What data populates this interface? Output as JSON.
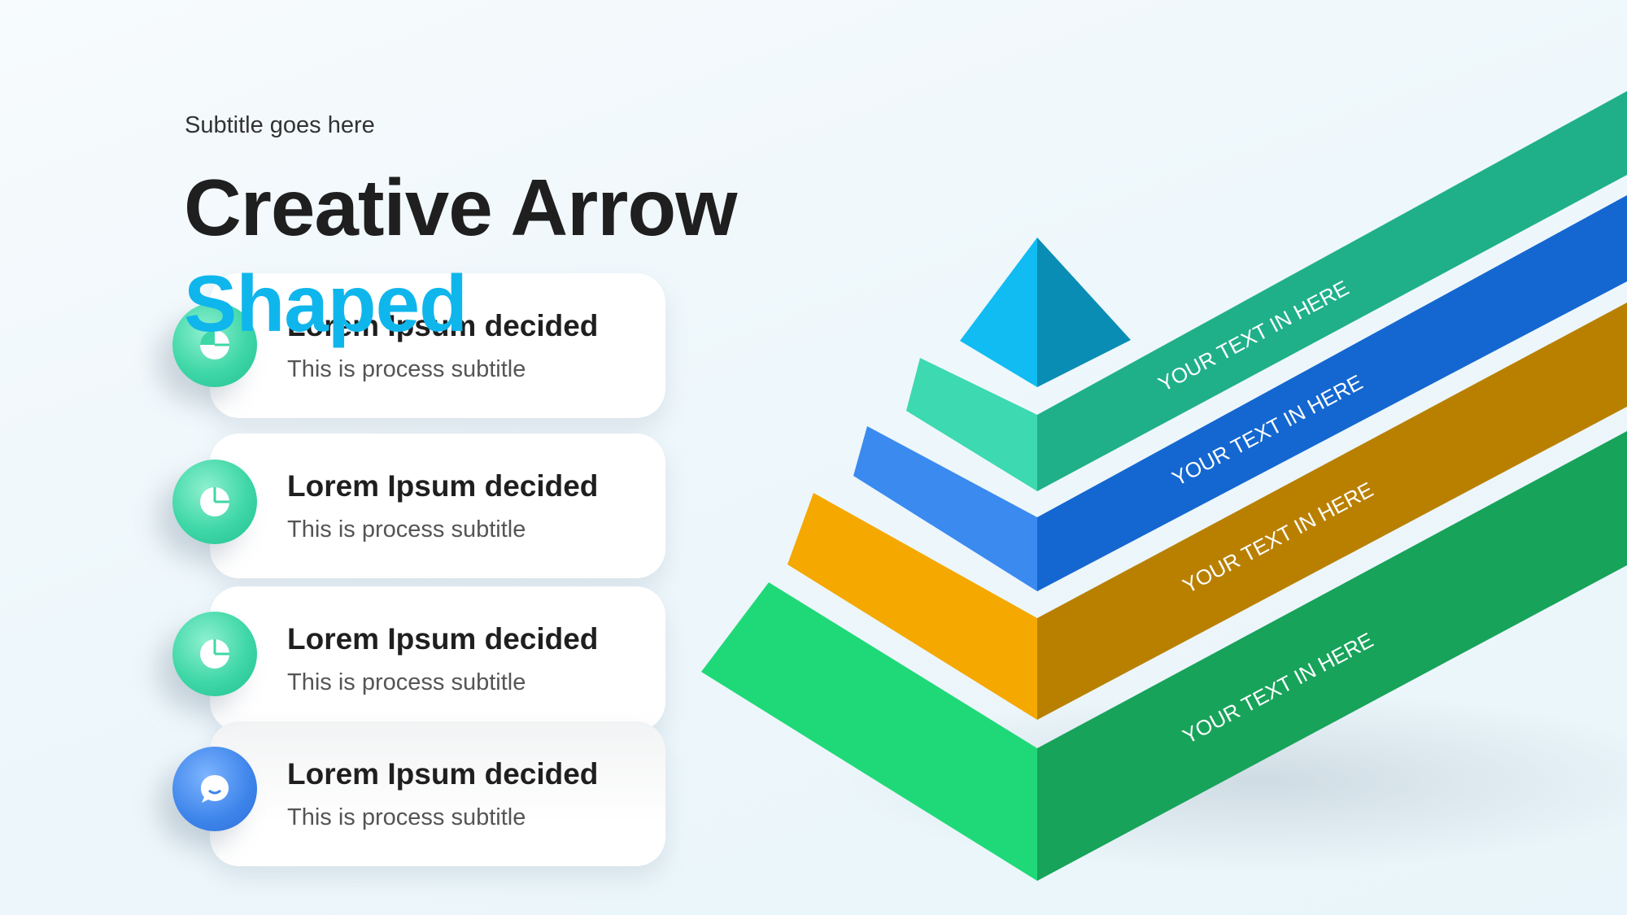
{
  "slide": {
    "subtitle": "Subtitle goes here",
    "title_line1": "Creative Arrow",
    "title_line2": "Shaped"
  },
  "items": [
    {
      "heading": "Lorem Ipsum decided",
      "subtitle": "This is process subtitle",
      "icon": "pie-chart-icon"
    },
    {
      "heading": "Lorem Ipsum decided",
      "subtitle": "This is process subtitle",
      "icon": "pie-chart-icon"
    },
    {
      "heading": "Lorem Ipsum decided",
      "subtitle": "This is process subtitle",
      "icon": "pie-chart-icon"
    },
    {
      "heading": "Lorem Ipsum decided",
      "subtitle": "This is process subtitle",
      "icon": "chat-bubble-icon"
    }
  ],
  "arrows": [
    {
      "label": "YOUR TEXT IN HERE",
      "color": "#1fb08a"
    },
    {
      "label": "YOUR TEXT IN HERE",
      "color": "#1467d0"
    },
    {
      "label": "YOUR TEXT IN HERE",
      "color": "#b98000"
    },
    {
      "label": "YOUR TEXT IN HERE",
      "color": "#17a35a"
    }
  ],
  "colors": {
    "accent": "#0fb6ec",
    "title": "#1f1f1f"
  }
}
